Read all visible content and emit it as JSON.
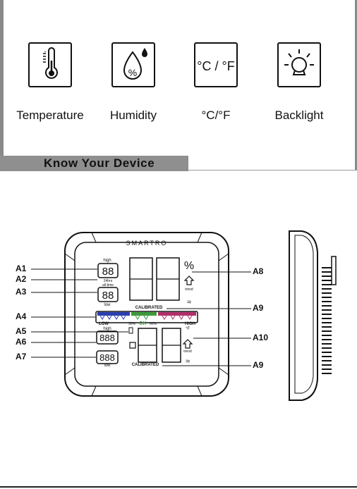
{
  "icons": [
    {
      "label": "Temperature",
      "icon": "thermometer-icon"
    },
    {
      "label": "Humidity",
      "icon": "humidity-drop-icon"
    },
    {
      "label": "°C/°F",
      "icon": "unit-toggle-icon",
      "glyph": "°C / °F"
    },
    {
      "label": "Backlight",
      "icon": "bulb-icon"
    }
  ],
  "banner": {
    "title": "Know Your Device"
  },
  "device": {
    "brand": "SMARTRO",
    "high": "high",
    "low": "low",
    "all_time": "24hrs\nall-time",
    "percent": "%",
    "trend": "trend",
    "calibrated": "CALIBRATED",
    "low_zone": "LOW",
    "ok_zone": "OK",
    "high_zone": "HIGH",
    "pct_30": "30%",
    "pct_60": "60%",
    "unit_f": "°F"
  },
  "callouts": {
    "left": [
      "A1",
      "A2",
      "A3",
      "A4",
      "A5",
      "A6",
      "A7"
    ],
    "right": [
      "A8",
      "A9",
      "A10",
      "A9"
    ]
  },
  "colors": {
    "banner": "#8f8f8f",
    "low_zone": "#2a3fae",
    "ok_zone": "#3c9a3c",
    "high_zone": "#b0306a"
  }
}
